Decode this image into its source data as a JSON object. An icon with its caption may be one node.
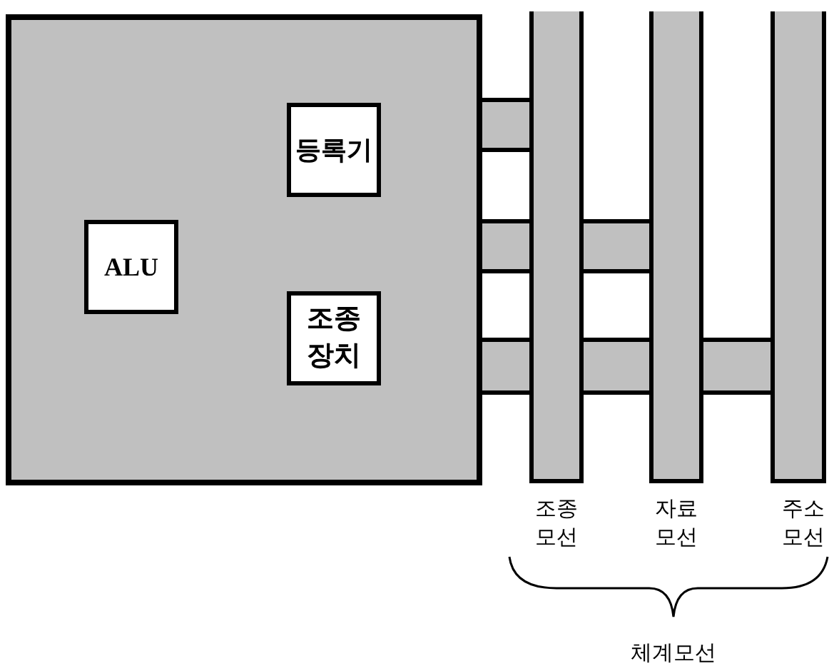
{
  "diagram": {
    "nodes": [
      {
        "text": [],
        "shape": "box"
      },
      {
        "text": [
          "ALU"
        ],
        "in": 0
      },
      {
        "text": [
          "등록기"
        ],
        "in": 0
      },
      {
        "text": [
          "조종 장치"
        ],
        "in": 0
      },
      {
        "text": [
          "조종 모선"
        ]
      },
      {
        "text": [
          "자료 모선"
        ]
      },
      {
        "text": [
          "주소 모선"
        ]
      }
    ],
    "edges": [
      {
        "from": 0,
        "to": 4,
        "arrow": "none"
      },
      {
        "from": 0,
        "to": 5,
        "arrow": "none"
      },
      {
        "from": 0,
        "to": 6,
        "arrow": "none"
      }
    ],
    "labels": [
      "체계모선"
    ]
  }
}
